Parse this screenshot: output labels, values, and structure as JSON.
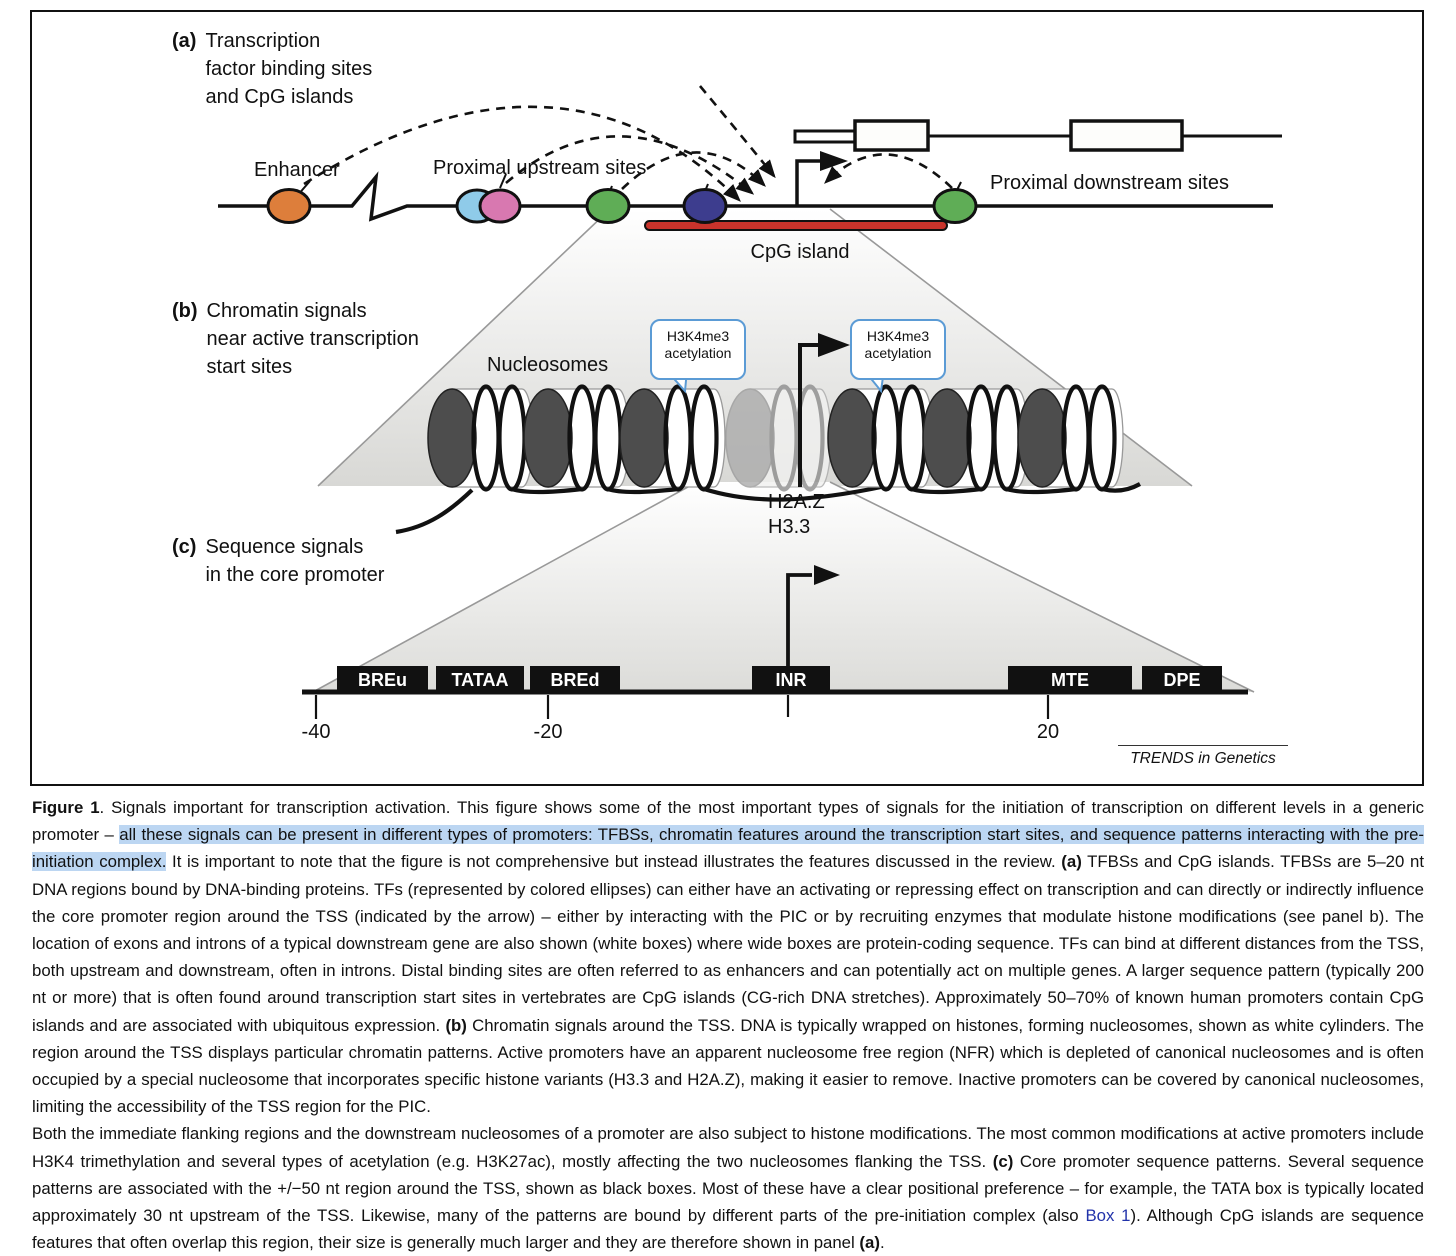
{
  "figure": {
    "panel_a": {
      "tag": "(a)",
      "title_lines": [
        "Transcription",
        "factor binding sites",
        "and CpG islands"
      ],
      "labels": {
        "enhancer": "Enhancer",
        "proximal_upstream": "Proximal upstream sites",
        "proximal_downstream": "Proximal downstream sites",
        "cpg_island": "CpG island"
      },
      "tf_colors": {
        "enhancer": "#DD7E3B",
        "upstream_blue": "#8FCBE9",
        "upstream_pink": "#D878B0",
        "upstream_green": "#5FAD56",
        "core_navy": "#3D3D8E",
        "downstream_green": "#5FAD56"
      },
      "cpg_bar_color": "#C8332B"
    },
    "panel_b": {
      "tag": "(b)",
      "title_lines": [
        "Chromatin signals",
        "near active transcription",
        "start sites"
      ],
      "nucleosomes_label": "Nucleosomes",
      "histone_mark_lines": [
        "H3K4me3",
        "acetylation"
      ],
      "variant_lines": [
        "H2A.Z",
        "H3.3"
      ],
      "bubble_border_color": "#5B9BD5"
    },
    "panel_c": {
      "tag": "(c)",
      "title_lines": [
        "Sequence signals",
        "in the core promoter"
      ],
      "boxes": [
        "BREu",
        "TATAA",
        "BREd",
        "INR",
        "MTE",
        "DPE"
      ],
      "ticks": [
        "-40",
        "-20",
        "20"
      ]
    },
    "journal": "TRENDS in Genetics"
  },
  "caption": {
    "fig_label": "Figure 1",
    "s1": ". Signals important for transcription activation. This figure shows some of the most important types of signals for the initiation of transcription on different levels in a generic promoter – ",
    "highlight": "all these signals can be present in different types of promoters: TFBSs, chromatin features around the transcription start sites, and sequence patterns interacting with the pre-initiation complex.",
    "highlight_color": "#BCD6F2",
    "s2": " It is important to note that the figure is not comprehensive but instead illustrates the features discussed in the review. ",
    "a_label": "(a)",
    "s3": " TFBSs and CpG islands. TFBSs are 5–20 nt DNA regions bound by DNA-binding proteins. TFs (represented by colored ellipses) can either have an activating or repressing effect on transcription and can directly or indirectly influence the core promoter region around the TSS (indicated by the arrow) – either by interacting with the PIC or by recruiting enzymes that modulate histone modifications (see panel b). The location of exons and introns of a typical downstream gene are also shown (white boxes) where wide boxes are protein-coding sequence. TFs can bind at different distances from the TSS, both upstream and downstream, often in introns. Distal binding sites are often referred to as enhancers and can potentially act on multiple genes. A larger sequence pattern (typically 200 nt or more) that is often found around transcription start sites in vertebrates are CpG islands (CG-rich DNA stretches). Approximately 50–70% of known human promoters contain CpG islands and are associated with ubiquitous expression. ",
    "b_label": "(b)",
    "s4": " Chromatin signals around the TSS. DNA is typically wrapped on histones, forming nucleosomes, shown as white cylinders. The region around the TSS displays particular chromatin patterns. Active promoters have an apparent nucleosome free region (NFR) which is depleted of canonical nucleosomes and is often occupied by a special nucleosome that incorporates specific histone variants (H3.3 and H2A.Z), making it easier to remove. Inactive promoters can be covered by canonical nucleosomes, limiting the accessibility of the TSS region for the PIC.",
    "p2s1": "Both the immediate flanking regions and the downstream nucleosomes of a promoter are also subject to histone modifications. The most common modifications at active promoters include H3K4 trimethylation and several types of acetylation (e.g. H3K27ac), mostly affecting the two nucleosomes flanking the TSS. ",
    "c_label": "(c)",
    "p2s2": " Core promoter sequence patterns. Several sequence patterns are associated with the +/−50 nt region around the TSS, shown as black boxes. Most of these have a clear positional preference – for example, the TATA box is typically located approximately 30 nt upstream of the TSS. Likewise, many of the patterns are bound by different parts of the pre-initiation complex (also ",
    "box1_link": "Box 1",
    "link_color": "#2233AA",
    "p2s3": "). Although CpG islands are sequence features that often overlap this region, their size is generally much larger and they are therefore shown in panel ",
    "a_label2": "(a)",
    "p2s4": "."
  }
}
